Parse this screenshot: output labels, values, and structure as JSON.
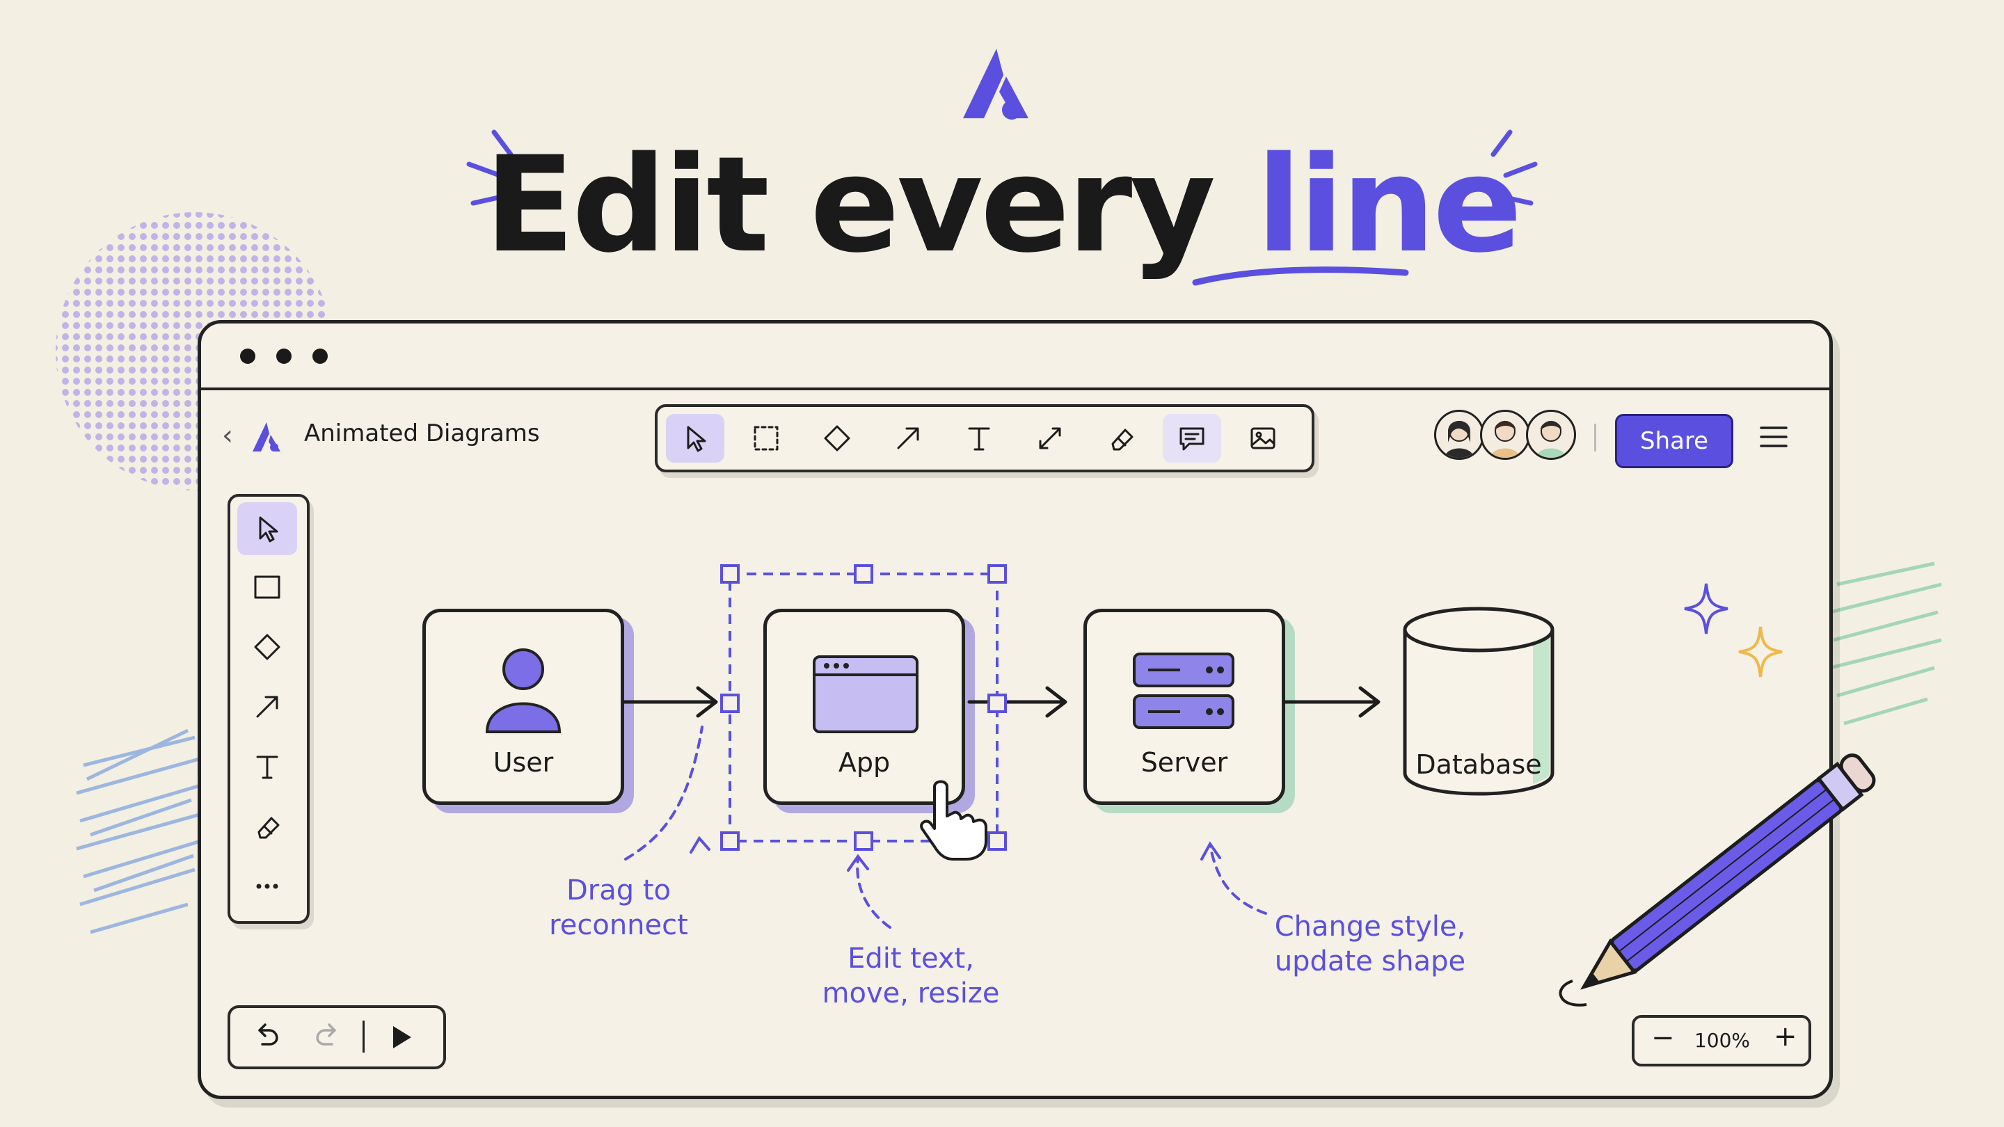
{
  "headline": {
    "part1": "Edit every",
    "part2": "line"
  },
  "window": {
    "doc_title": "Animated Diagrams",
    "toolbar": [
      "pointer-icon",
      "marquee-select-icon",
      "diamond-icon",
      "arrow-icon",
      "text-icon",
      "connector-icon",
      "eraser-icon",
      "comment-icon",
      "image-icon"
    ],
    "share_label": "Share",
    "left_tools": [
      "pointer-icon",
      "rectangle-icon",
      "diamond-icon",
      "arrow-icon",
      "text-icon",
      "eraser-icon",
      "more-icon"
    ],
    "zoom": {
      "value": "100%",
      "minus": "−",
      "plus": "+"
    }
  },
  "diagram": {
    "nodes": [
      {
        "label": "User"
      },
      {
        "label": "App"
      },
      {
        "label": "Server"
      },
      {
        "label": "Database"
      }
    ],
    "annotations": {
      "drag": "Drag to\nreconnect",
      "edit": "Edit text,\nmove, resize",
      "style": "Change style,\nupdate shape"
    }
  },
  "colors": {
    "accent": "#5b4fe0",
    "background": "#f3efe2",
    "ink": "#1d1d1d"
  }
}
